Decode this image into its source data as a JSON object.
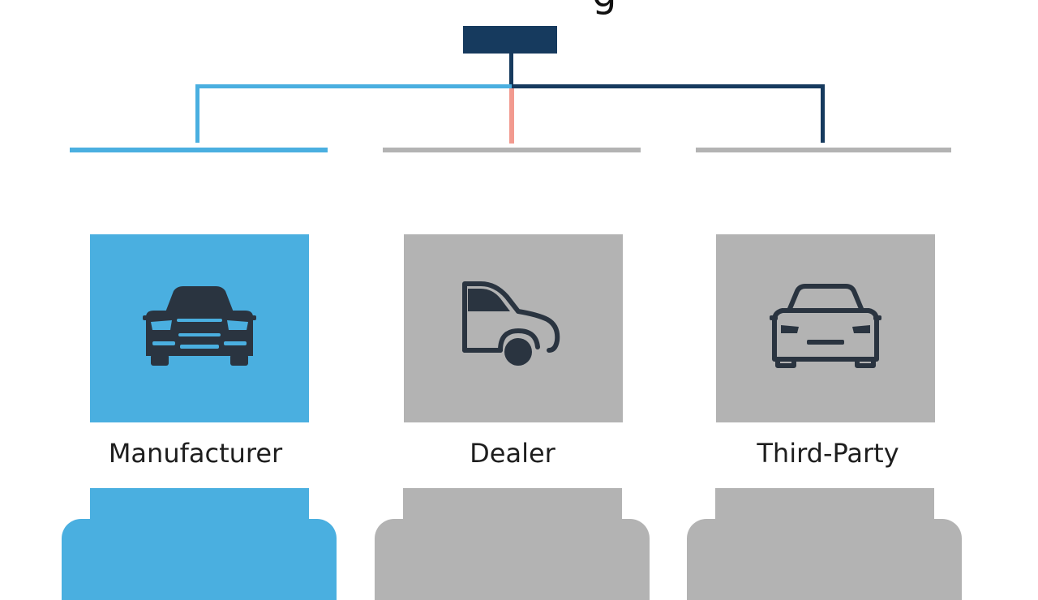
{
  "title_fragment": "g",
  "branches": [
    {
      "label": "Manufacturer",
      "color": "#4aafe0",
      "icon": "car-front-icon"
    },
    {
      "label": "Dealer",
      "color": "#b3b3b3",
      "icon": "car-side-icon"
    },
    {
      "label": "Third-Party",
      "color": "#b3b3b3",
      "icon": "car-outline-icon"
    }
  ],
  "colors": {
    "root": "#163a5e",
    "connector_blue": "#4aafe0",
    "connector_dark": "#163a5e",
    "connector_pink": "#f29a8f",
    "gray": "#b3b3b3",
    "icon_dark": "#2a3440"
  }
}
